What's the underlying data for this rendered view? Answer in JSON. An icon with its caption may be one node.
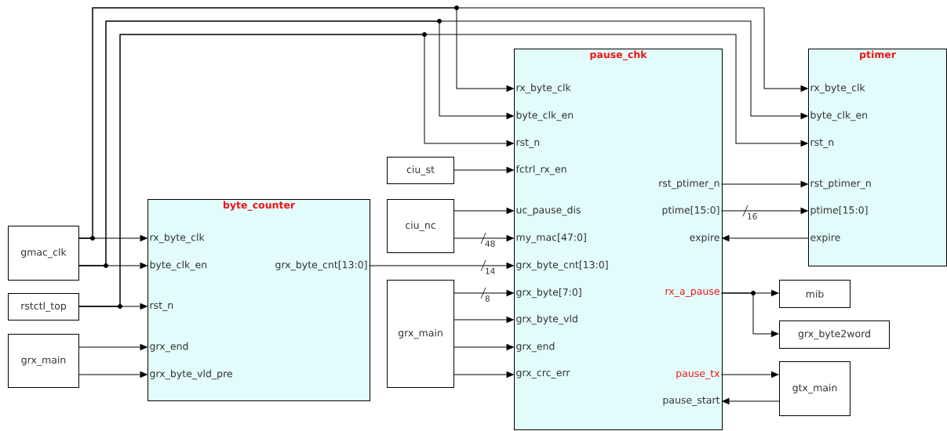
{
  "diagram": {
    "nodes": [
      {
        "text": [
          "gmac_clk"
        ]
      },
      {
        "text": [
          "rstctl_top"
        ]
      },
      {
        "text": [
          "grx_main"
        ]
      },
      {
        "text": [
          "byte_counter"
        ]
      },
      {
        "text": [
          "rx_byte_clk"
        ],
        "in": 3
      },
      {
        "text": [
          "byte_clk_en"
        ],
        "in": 3
      },
      {
        "text": [
          "rst_n"
        ],
        "in": 3
      },
      {
        "text": [
          "grx_end"
        ],
        "in": 3
      },
      {
        "text": [
          "grx_byte_vld_pre"
        ],
        "in": 3
      },
      {
        "text": [
          "grx_byte_cnt[13:0]"
        ],
        "in": 3
      },
      {
        "text": [
          "ciu_st"
        ]
      },
      {
        "text": [
          "ciu_nc"
        ]
      },
      {
        "text": [
          "grx_main"
        ]
      },
      {
        "text": [
          "pause_chk"
        ]
      },
      {
        "text": [
          "rx_byte_clk"
        ],
        "in": 13
      },
      {
        "text": [
          "byte_clk_en"
        ],
        "in": 13
      },
      {
        "text": [
          "rst_n"
        ],
        "in": 13
      },
      {
        "text": [
          "fctrl_rx_en"
        ],
        "in": 13
      },
      {
        "text": [
          "uc_pause_dis"
        ],
        "in": 13
      },
      {
        "text": [
          "my_mac[47:0]"
        ],
        "in": 13
      },
      {
        "text": [
          "grx_byte_cnt[13:0]"
        ],
        "in": 13
      },
      {
        "text": [
          "grx_byte[7:0]"
        ],
        "in": 13
      },
      {
        "text": [
          "grx_byte_vld"
        ],
        "in": 13
      },
      {
        "text": [
          "grx_end"
        ],
        "in": 13
      },
      {
        "text": [
          "grx_crc_err"
        ],
        "in": 13
      },
      {
        "text": [
          "rst_ptimer_n"
        ],
        "in": 13
      },
      {
        "text": [
          "ptime[15:0]"
        ],
        "in": 13
      },
      {
        "text": [
          "expire"
        ],
        "in": 13
      },
      {
        "text": [
          "rx_a_pause"
        ],
        "in": 13
      },
      {
        "text": [
          "pause_tx"
        ],
        "in": 13
      },
      {
        "text": [
          "pause_start"
        ],
        "in": 13
      },
      {
        "text": [
          "ptimer"
        ]
      },
      {
        "text": [
          "rx_byte_clk"
        ],
        "in": 31
      },
      {
        "text": [
          "byte_clk_en"
        ],
        "in": 31
      },
      {
        "text": [
          "rst_n"
        ],
        "in": 31
      },
      {
        "text": [
          "rst_ptimer_n"
        ],
        "in": 31
      },
      {
        "text": [
          "ptime[15:0]"
        ],
        "in": 31
      },
      {
        "text": [
          "expire"
        ],
        "in": 31
      },
      {
        "text": [
          "mib"
        ]
      },
      {
        "text": [
          "grx_byte2word"
        ]
      },
      {
        "text": [
          "gtx_main"
        ]
      }
    ],
    "edges": [
      {
        "from": 0,
        "to": 4,
        "arrow": "to"
      },
      {
        "from": 0,
        "to": 14,
        "arrow": "to"
      },
      {
        "from": 0,
        "to": 32,
        "arrow": "to"
      },
      {
        "from": 0,
        "to": 5,
        "arrow": "to"
      },
      {
        "from": 0,
        "to": 15,
        "arrow": "to"
      },
      {
        "from": 0,
        "to": 33,
        "arrow": "to"
      },
      {
        "from": 1,
        "to": 6,
        "arrow": "to"
      },
      {
        "from": 1,
        "to": 16,
        "arrow": "to"
      },
      {
        "from": 1,
        "to": 34,
        "arrow": "to"
      },
      {
        "from": 2,
        "to": 7,
        "arrow": "to"
      },
      {
        "from": 2,
        "to": 8,
        "arrow": "to"
      },
      {
        "from": 10,
        "to": 17,
        "arrow": "to"
      },
      {
        "from": 11,
        "to": 18,
        "arrow": "to"
      },
      {
        "from": 11,
        "to": 19,
        "arrow": "to",
        "label": "48"
      },
      {
        "from": 9,
        "to": 20,
        "arrow": "to",
        "label": "14"
      },
      {
        "from": 12,
        "to": 21,
        "arrow": "to",
        "label": "8"
      },
      {
        "from": 12,
        "to": 22,
        "arrow": "to"
      },
      {
        "from": 12,
        "to": 23,
        "arrow": "to"
      },
      {
        "from": 12,
        "to": 24,
        "arrow": "to"
      },
      {
        "from": 25,
        "to": 35,
        "arrow": "to"
      },
      {
        "from": 26,
        "to": 36,
        "arrow": "to",
        "label": "16"
      },
      {
        "from": 37,
        "to": 27,
        "arrow": "to"
      },
      {
        "from": 28,
        "to": 38,
        "arrow": "to"
      },
      {
        "from": 28,
        "to": 39,
        "arrow": "to"
      },
      {
        "from": 29,
        "to": 40,
        "arrow": "to"
      },
      {
        "from": 40,
        "to": 30,
        "arrow": "to"
      }
    ]
  }
}
